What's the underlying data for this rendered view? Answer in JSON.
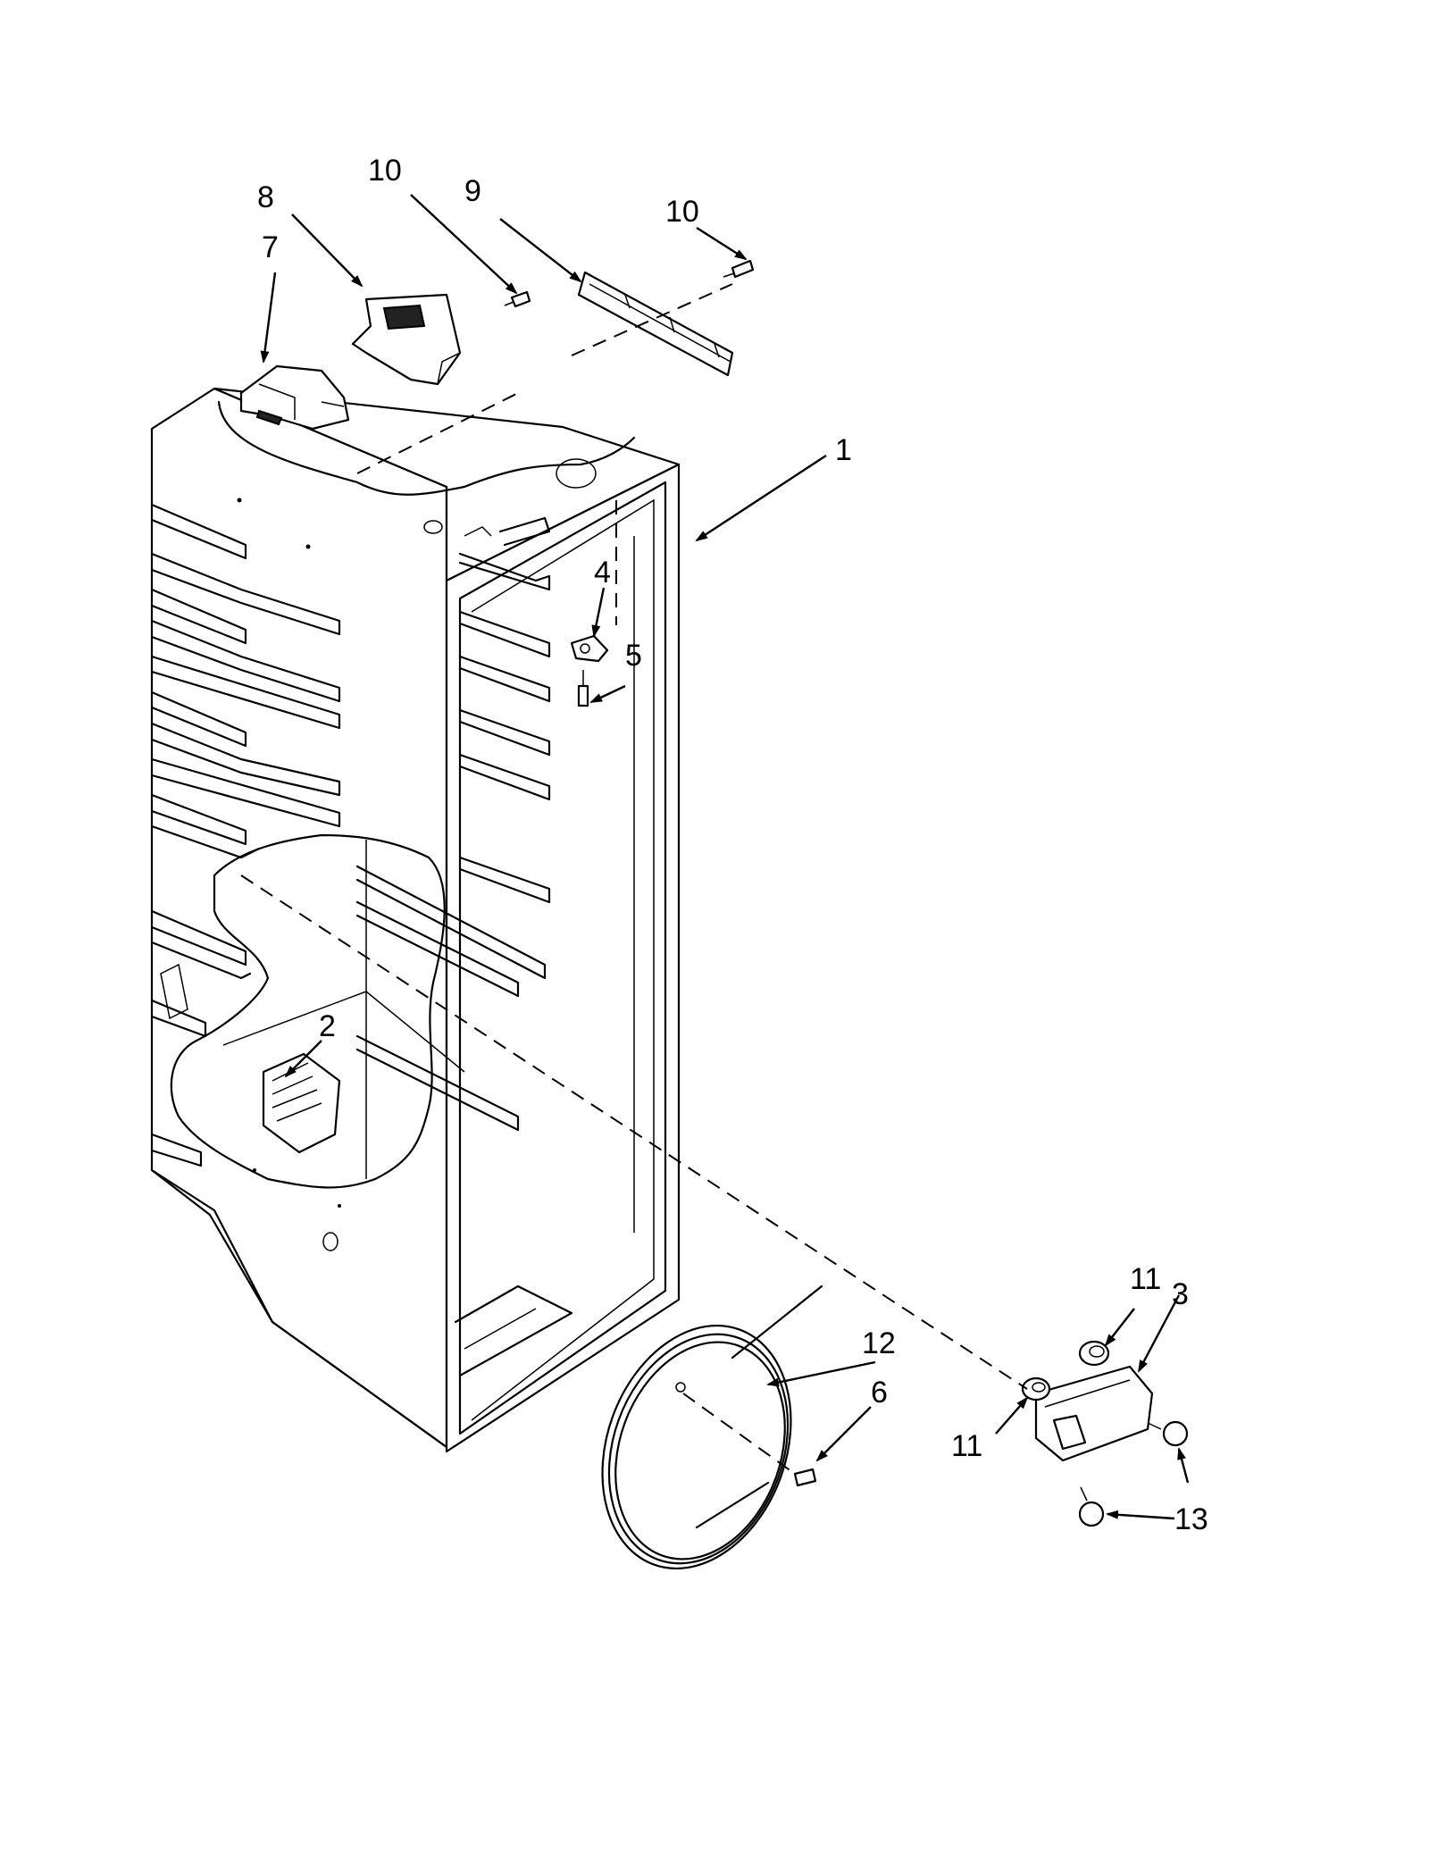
{
  "diagram": {
    "callouts": {
      "c1": "1",
      "c2": "2",
      "c3": "3",
      "c4": "4",
      "c5": "5",
      "c6": "6",
      "c7": "7",
      "c8": "8",
      "c9": "9",
      "c10a": "10",
      "c10b": "10",
      "c11a": "11",
      "c11b": "11",
      "c12": "12",
      "c13": "13"
    }
  }
}
